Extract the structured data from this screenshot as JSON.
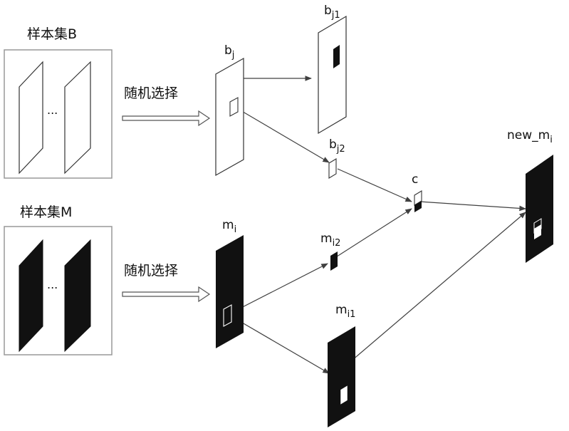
{
  "sets": {
    "set_b": {
      "label": "样本集B",
      "ellipsis": "..."
    },
    "set_m": {
      "label": "样本集M",
      "ellipsis": "..."
    }
  },
  "arrows": {
    "random_select_b": "随机选择",
    "random_select_m": "随机选择"
  },
  "labels": {
    "bj_base": "b",
    "bj_sub": "j",
    "bj1_base": "b",
    "bj1_sub": "j1",
    "bj2_base": "b",
    "bj2_sub": "j2",
    "mi_base": "m",
    "mi_sub": "i",
    "mi1_base": "m",
    "mi1_sub": "i1",
    "mi2_base": "m",
    "mi2_sub": "i2",
    "c": "c",
    "new_mi_base": "new_m",
    "new_mi_sub": "i"
  },
  "colors": {
    "ink": "#111111",
    "line": "#404040",
    "paper": "#ffffff"
  }
}
